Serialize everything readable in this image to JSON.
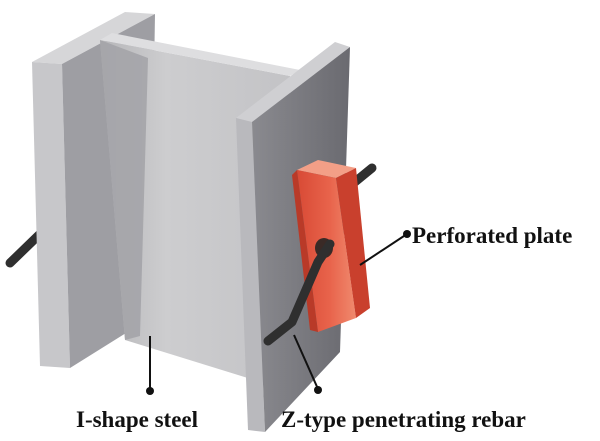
{
  "labels": {
    "perforated_plate": "Perforated plate",
    "i_shape_steel": "I-shape steel",
    "z_type_rebar": "Z-type penetrating rebar"
  },
  "colors": {
    "steel_light": "#c9c9cb",
    "steel_mid": "#a9a9ad",
    "steel_dark": "#6f6f74",
    "plate": "#e2553f",
    "rebar": "#2f2f2f",
    "leader": "#111111"
  }
}
